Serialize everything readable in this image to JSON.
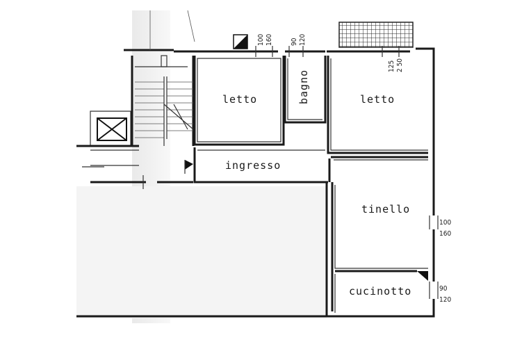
{
  "rooms": {
    "letto_left": "letto",
    "bagno": "bagno",
    "letto_right": "letto",
    "ingresso": "ingresso",
    "tinello": "tinello",
    "cucinotto": "cucinotto"
  },
  "windows": {
    "w1": {
      "top": "100",
      "bottom": "160"
    },
    "w2": {
      "top": "90",
      "bottom": "120"
    },
    "w3": {
      "top": "125",
      "bottom": "2 50"
    },
    "w4": {
      "top": "100",
      "bottom": "160"
    },
    "w5": {
      "top": "90",
      "bottom": "120"
    }
  }
}
